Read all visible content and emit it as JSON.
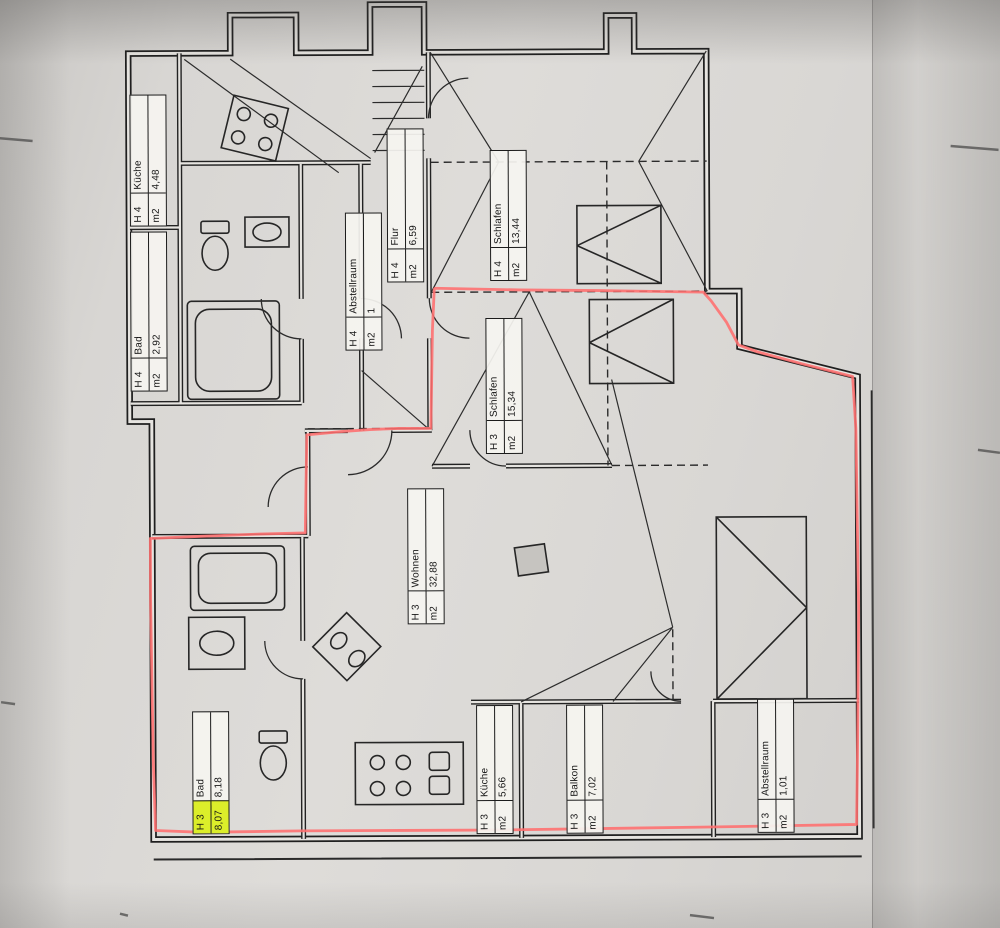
{
  "document": {
    "kind": "scanned floor plan"
  },
  "colors": {
    "highlight": "#dcee2a",
    "apartment_outline": "#ff6e6e",
    "ink": "#1b1b1b",
    "paper": "#d9d7d4"
  },
  "rooms": [
    {
      "id": "h4-kueche",
      "unit": "H 4",
      "name": "Küche",
      "area_label": "m2",
      "area": "4,48",
      "highlight": false
    },
    {
      "id": "h4-bad",
      "unit": "H 4",
      "name": "Bad",
      "area_label": "m2",
      "area": "2,92",
      "highlight": false
    },
    {
      "id": "h4-abstellraum",
      "unit": "H 4",
      "name": "Abstellraum",
      "area_label": "m2",
      "area": "1",
      "highlight": false
    },
    {
      "id": "h4-flur",
      "unit": "H 4",
      "name": "Flur",
      "area_label": "m2",
      "area": "6,59",
      "highlight": false
    },
    {
      "id": "h4-schlafen",
      "unit": "H 4",
      "name": "Schlafen",
      "area_label": "m2",
      "area": "13,44",
      "highlight": false
    },
    {
      "id": "h3-schlafen",
      "unit": "H 3",
      "name": "Schlafen",
      "area_label": "m2",
      "area": "15,34",
      "highlight": false
    },
    {
      "id": "h3-wohnen",
      "unit": "H 3",
      "name": "Wohnen",
      "area_label": "m2",
      "area": "32,88",
      "highlight": false
    },
    {
      "id": "h3-bad",
      "unit": "H 3",
      "name": "Bad",
      "area_label": "8,07",
      "area": "8,18",
      "highlight": true
    },
    {
      "id": "h3-kueche",
      "unit": "H 3",
      "name": "Küche",
      "area_label": "m2",
      "area": "5,66",
      "highlight": false
    },
    {
      "id": "h3-balkon",
      "unit": "H 3",
      "name": "Balkon",
      "area_label": "m2",
      "area": "7,02",
      "highlight": false
    },
    {
      "id": "h3-abstellraum",
      "unit": "H 3",
      "name": "Abstellraum",
      "area_label": "m2",
      "area": "1,01",
      "highlight": false
    }
  ]
}
